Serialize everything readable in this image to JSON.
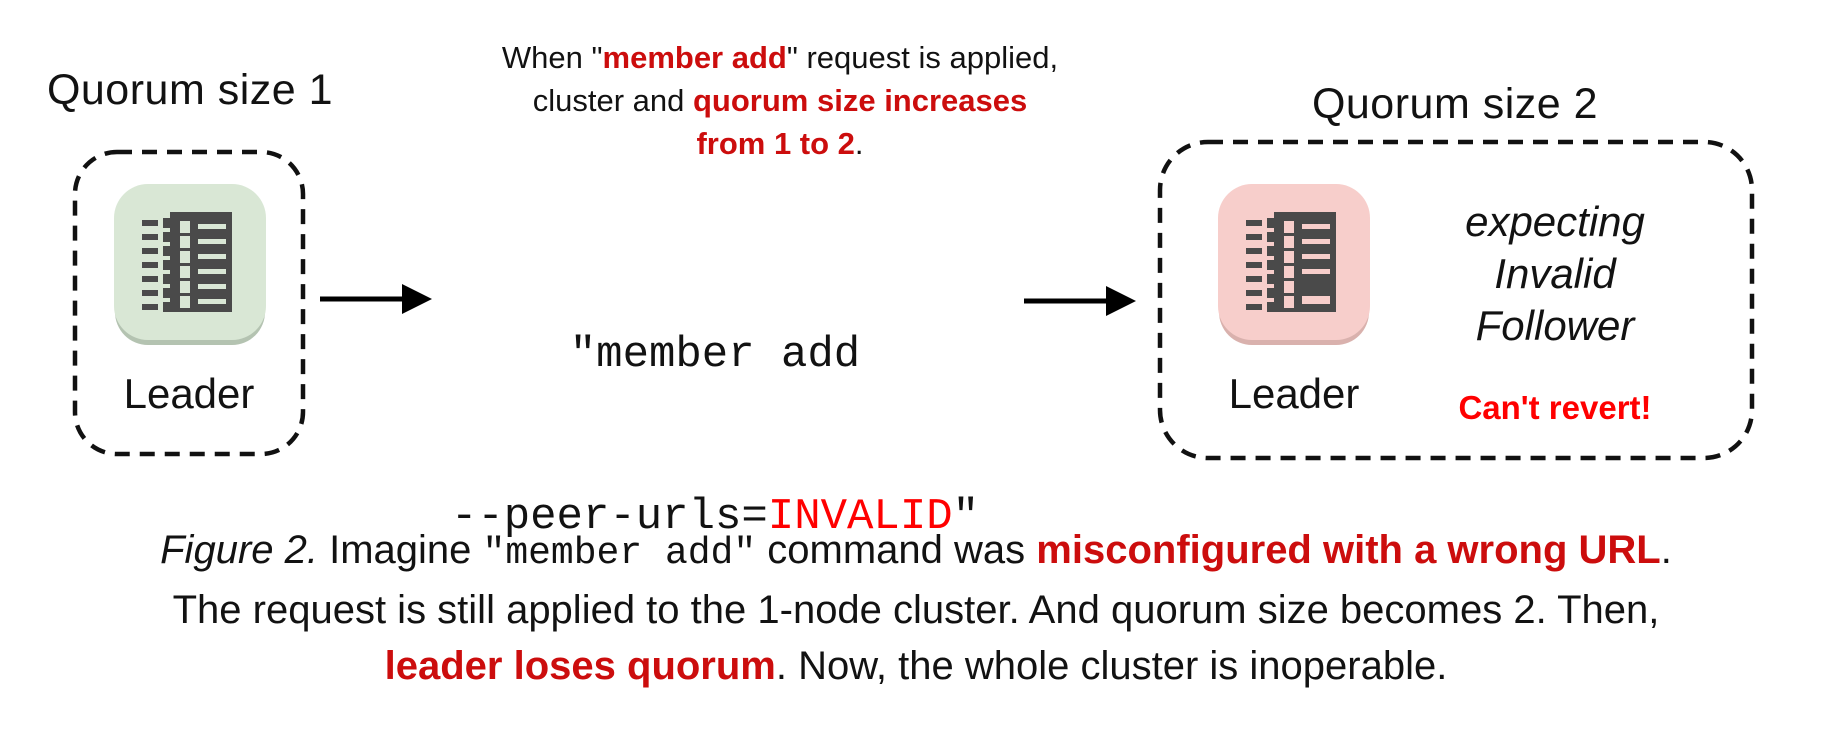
{
  "colors": {
    "red_bold": "#cc0d0d",
    "red_bright": "#ff0000",
    "node_green": "#d9e7d5",
    "node_pink": "#f7cecb",
    "icon_gray": "#4a4a4a"
  },
  "header_note": {
    "l1a": "When \"",
    "l1b": "member add",
    "l1c": "\" request is applied,",
    "l2a": "cluster and ",
    "l2b": "quorum size increases",
    "l3a": "from 1 to 2",
    "l3b": "."
  },
  "left_cluster": {
    "title": "Quorum size 1",
    "node_label": "Leader",
    "node_icon": "ledger-server-icon"
  },
  "command": {
    "line1": "\"member add",
    "l2a": "--peer-urls=",
    "l2b": "INVALID",
    "l2c": "\""
  },
  "right_cluster": {
    "title": "Quorum size 2",
    "node_label": "Leader",
    "node_icon": "ledger-server-icon",
    "note_line1": "expecting",
    "note_line2": "Invalid",
    "note_line3": "Follower",
    "warning": "Can't revert!"
  },
  "caption": {
    "l1_figure": "Figure 2.",
    "l1a": " Imagine ",
    "l1_code": "\"member add\"",
    "l1b": " command was ",
    "l1c": "misconfigured with a wrong URL",
    "l1d": ".",
    "l2": "The request is still applied to the 1-node cluster. And quorum size becomes 2. Then,",
    "l3a": "leader loses quorum",
    "l3b": ". Now, the whole cluster is inoperable."
  }
}
